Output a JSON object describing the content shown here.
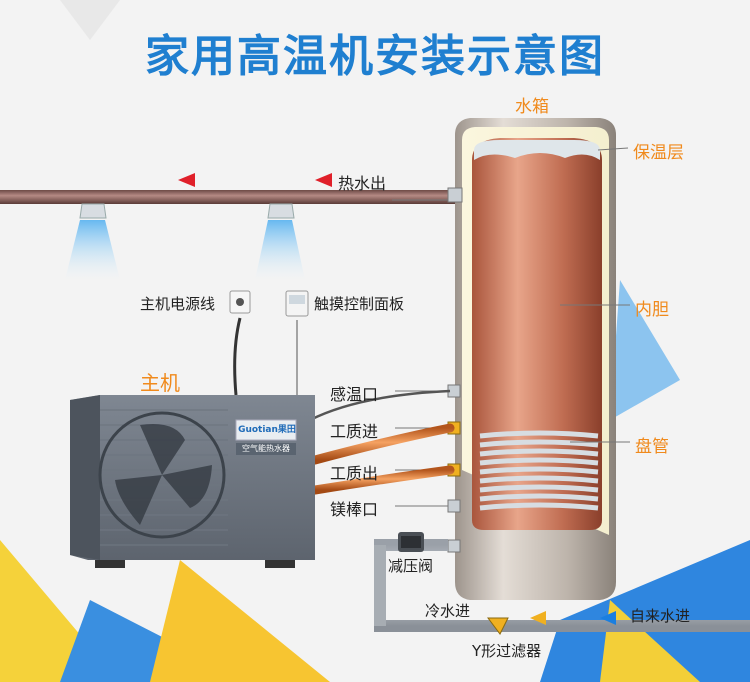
{
  "title": "家用高温机安装示意图",
  "labels": {
    "tank": "水箱",
    "insulation": "保温层",
    "inner_tank": "内胆",
    "coil": "盘管",
    "hot_water_out": "热水出",
    "power_cord": "主机电源线",
    "touch_panel": "触摸控制面板",
    "host": "主机",
    "temp_sensor_port": "感温口",
    "refrigerant_in": "工质进",
    "refrigerant_out": "工质出",
    "magnesium_port": "镁棒口",
    "pressure_valve": "减压阀",
    "cold_water_in": "冷水进",
    "tap_water_in": "自来水进",
    "y_filter": "Y形过滤器"
  },
  "unit": {
    "brand_en": "Guotian",
    "brand_cn": "果田",
    "product": "空气能热水器"
  },
  "colors": {
    "title": "#1f7fd0",
    "accent_orange": "#f08a1c",
    "arrow_red": "#e0202a",
    "arrow_blue": "#1a7fe0"
  }
}
